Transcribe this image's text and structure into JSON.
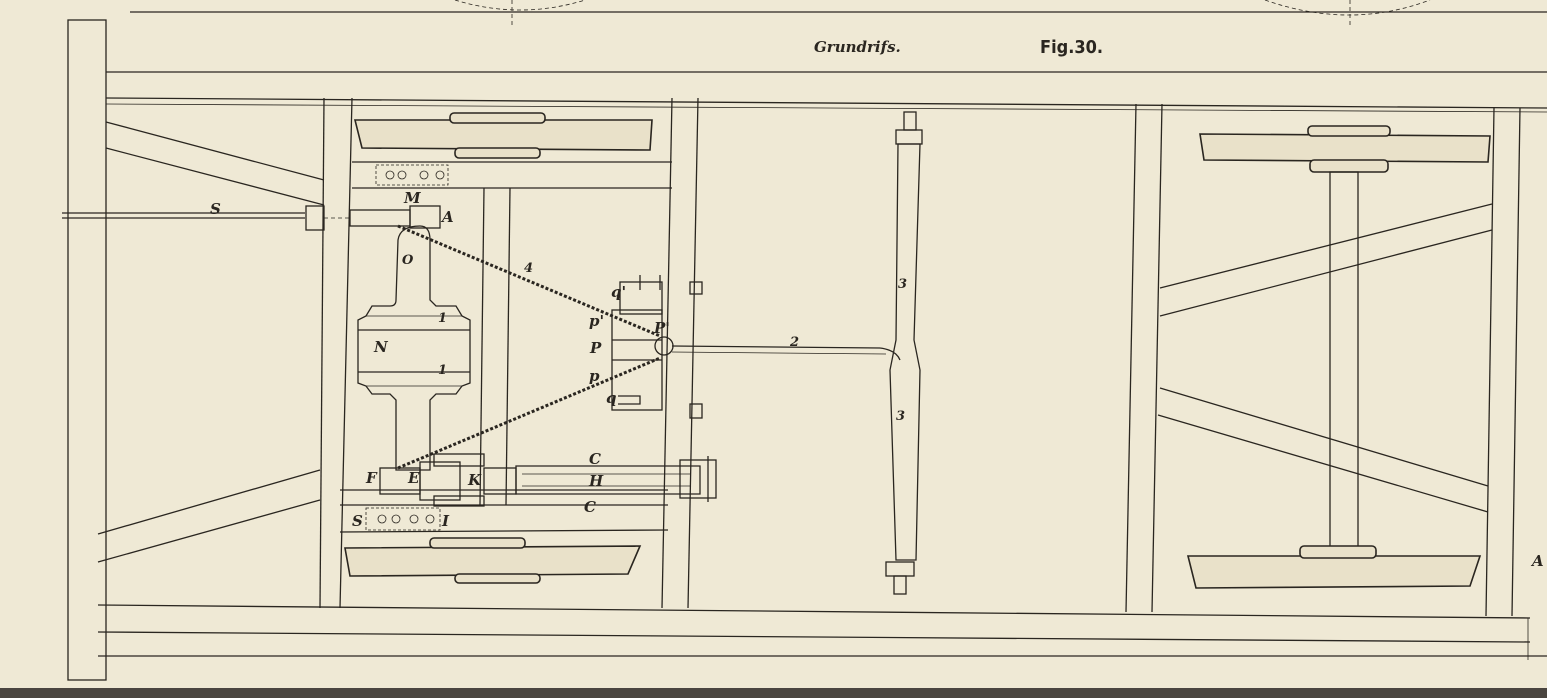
{
  "plate": {
    "title": "Grundrifs.",
    "figure": "Fig.30."
  },
  "labels": {
    "S_top": "S",
    "M": "M",
    "A_top": "A",
    "O": "O",
    "N": "N",
    "q_prime": "q'",
    "p_prime": "p'",
    "P_prime": "P'",
    "P": "P",
    "p": "p",
    "q": "q",
    "F": "F",
    "E": "E",
    "K": "K",
    "C_top": "C",
    "H": "H",
    "C_bottom": "C",
    "S_bottom": "S",
    "I": "I",
    "A_right": "A",
    "num_1a": "1",
    "num_1b": "1",
    "num_2": "2",
    "num_3a": "3",
    "num_3b": "3",
    "num_4": "4"
  }
}
